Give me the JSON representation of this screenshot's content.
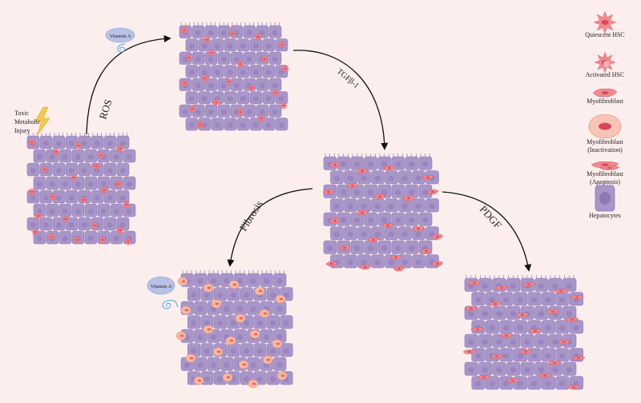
{
  "labels": {
    "toxic_injury": [
      "Toxic",
      "Metabolic",
      "Injury"
    ],
    "vitamin_a_top": "Vitamin A",
    "vitamin_a_bottom": "Vitamin A",
    "ros": "ROS",
    "tgf": "TGFβ-1",
    "fibrosis": "Fibrosis",
    "pdgf": "PDGF"
  },
  "legend": [
    {
      "key": "quiescent",
      "label": [
        "Quiescent HSC"
      ]
    },
    {
      "key": "activated",
      "label": [
        "Activated HSC"
      ]
    },
    {
      "key": "myofibroblast",
      "label": [
        "Myofibroblast"
      ]
    },
    {
      "key": "inactivation",
      "label": [
        "Myofibroblast",
        "(Inactivation)"
      ]
    },
    {
      "key": "apoptosis",
      "label": [
        "Myofibroblast",
        "(Apoptosis)"
      ]
    },
    {
      "key": "hepatocytes",
      "label": [
        "Hepatocytes"
      ]
    }
  ],
  "colors": {
    "background": "#fdeeee",
    "hepatocyte": "#a996c9",
    "hepatocyte_dark": "#8e79b5",
    "hsc": "#f08a8f",
    "hsc_nucleus": "#d9475a",
    "inactive": "#f7b9a0",
    "vitamin": "#b8c2e6",
    "arrow": "#111111",
    "lightning": "#f2c94c"
  }
}
